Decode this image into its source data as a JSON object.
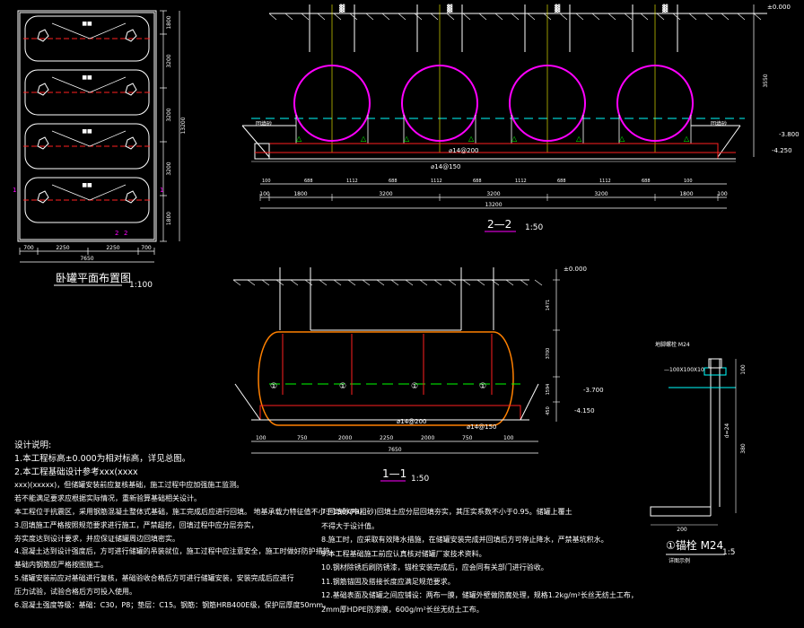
{
  "plan_view": {
    "title": "卧罐平面布置图",
    "scale": "1:100",
    "row_dims": [
      "1800",
      "3200",
      "3200",
      "3200",
      "1800"
    ],
    "total_dim": "13200",
    "bottom_dims": [
      "700",
      "2250",
      "2250",
      "700"
    ],
    "total_width": "7650",
    "section_marks": [
      "1",
      "1",
      "2",
      "2"
    ]
  },
  "section_22": {
    "title": "2—2",
    "scale": "1:50",
    "level_top": "±0.000",
    "level_water": "-3.800",
    "level_bottom": "-4.250",
    "height_dim": "3550",
    "label_left": "回填砂",
    "label_right": "回填砂",
    "rebar1": "⌀14@150",
    "rebar2": "⌀14@200",
    "dims_row1": [
      "100",
      "688",
      "1112",
      "688",
      "1112",
      "688",
      "1112",
      "688",
      "1112",
      "688",
      "100"
    ],
    "dims_row2": [
      "100",
      "1800",
      "3200",
      "3200",
      "3200",
      "1800",
      "100"
    ],
    "total": "13200"
  },
  "section_11": {
    "title": "1—1",
    "scale": "1:50",
    "level_top": "±0.000",
    "level_water": "-3.700",
    "level_bottom": "-4.150",
    "dims_right": [
      "1471",
      "3700",
      "1594",
      "450"
    ],
    "rebar1": "⌀14@200",
    "rebar2": "⌀14@150",
    "bottom_dims": [
      "100",
      "750",
      "2000",
      "2250",
      "2000",
      "750",
      "100"
    ],
    "total": "7650"
  },
  "anchor_detail": {
    "title": "①锚栓 M24",
    "scale": "1:5",
    "sub": "详图示例",
    "label_bolt": "地脚螺栓 M24",
    "label_plate": "—100X100X10",
    "dims": [
      "100",
      "380",
      "200"
    ],
    "bar_note": "d=24"
  },
  "notes": {
    "heading": "设计说明:",
    "left": [
      "1.本工程标高±0.000为相对标高，详见总图。",
      "2.本工程基础设计参考xxx(xxxx",
      "xxx)(xxxxx)，但储罐安装前应复核基础，施工过程中应加强施工监测。",
      "若不能满足要求应根据实际情况，重新验算基础相关设计。",
      "本工程位于抗震区，采用钢筋混凝土整体式基础，施工完成后应进行回填。 地基承载力特征值不小于150KPa。",
      "3.回填施工严格按照规范要求进行施工，严禁超挖，回填过程中应分层夯实，",
      "夯实度达到设计要求，并应保证储罐周边回填密实。",
      "4.混凝土达到设计强度后，方可进行储罐的吊装就位，施工过程中应注意安全，施工时做好防护措施，",
      "基础内钢筋应严格按图施工。",
      "5.储罐安装前应对基础进行复核，基础验收合格后方可进行储罐安装，安装完成后应进行",
      "压力试验，试验合格后方可投入使用。",
      "6.混凝土强度等级：基础：C30，P8；垫层：C15。钢筋：钢筋HRB400E级，保护层厚度50mm。"
    ],
    "right": [
      "7.回填砂(中粗砂)回填土应分层回填夯实，其压实系数不小于0.95。储罐上覆土",
      "不得大于设计值。",
      "8.施工时，应采取有效降水措施，在储罐安装完成并回填后方可停止降水，严禁基坑积水。",
      "9.本工程基础施工前应认真核对储罐厂家技术资料。",
      "10.钢材除锈后刷防锈漆，锚栓安装完成后，应会同有关部门进行验收。",
      "11.钢筋锚固及搭接长度应满足规范要求。",
      "12.基础表面及储罐之间应铺设：两布一膜，储罐外壁做防腐处理，规格1.2kg/m²长丝无纺土工布，",
      "2mm厚HDPE防渗膜，600g/m²长丝无纺土工布。"
    ]
  }
}
